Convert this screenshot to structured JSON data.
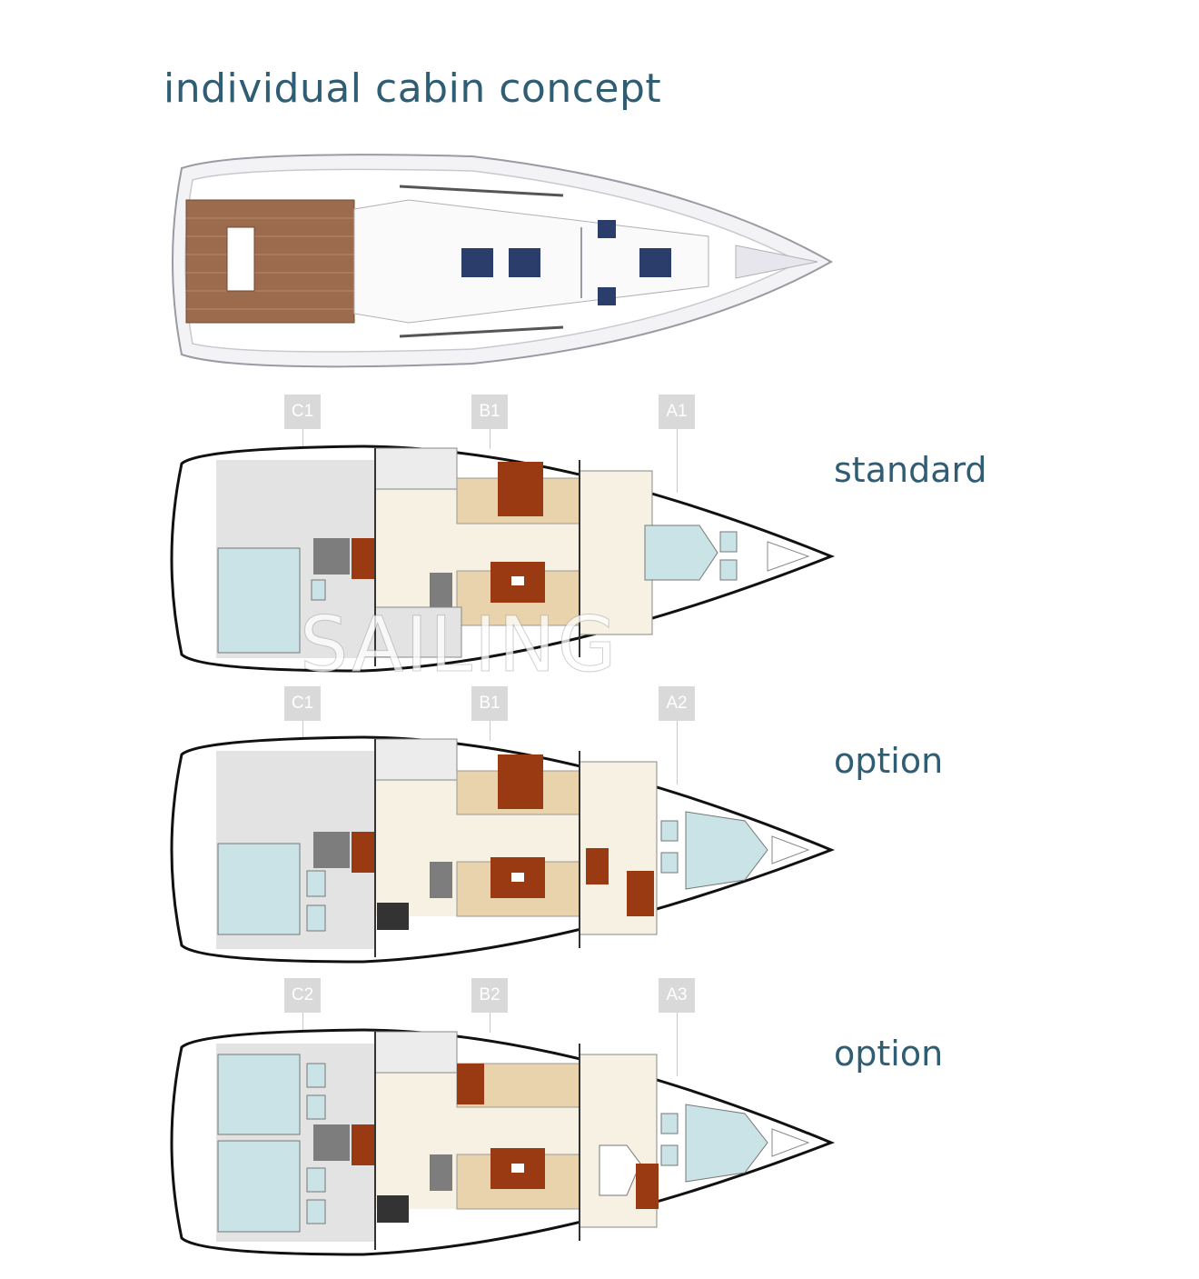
{
  "title": "individual cabin concept",
  "watermark": "SAILING",
  "layouts": [
    {
      "label": "standard",
      "tags": [
        "C1",
        "B1",
        "A1"
      ]
    },
    {
      "label": "option",
      "tags": [
        "C1",
        "B1",
        "A2"
      ]
    },
    {
      "label": "option",
      "tags": [
        "C2",
        "B2",
        "A3"
      ]
    }
  ],
  "colors": {
    "title": "#2f5d74",
    "hull_outline": "#111111",
    "berth": "#c9e3e6",
    "wood": "#9a3a12",
    "saloon_floor": "#f6f1e2",
    "upholstery": "#e8d3ac",
    "tag_bg": "#d9d9d9",
    "teak_deck": "#9c6b4e",
    "hatch_blue": "#2a3d6b"
  }
}
